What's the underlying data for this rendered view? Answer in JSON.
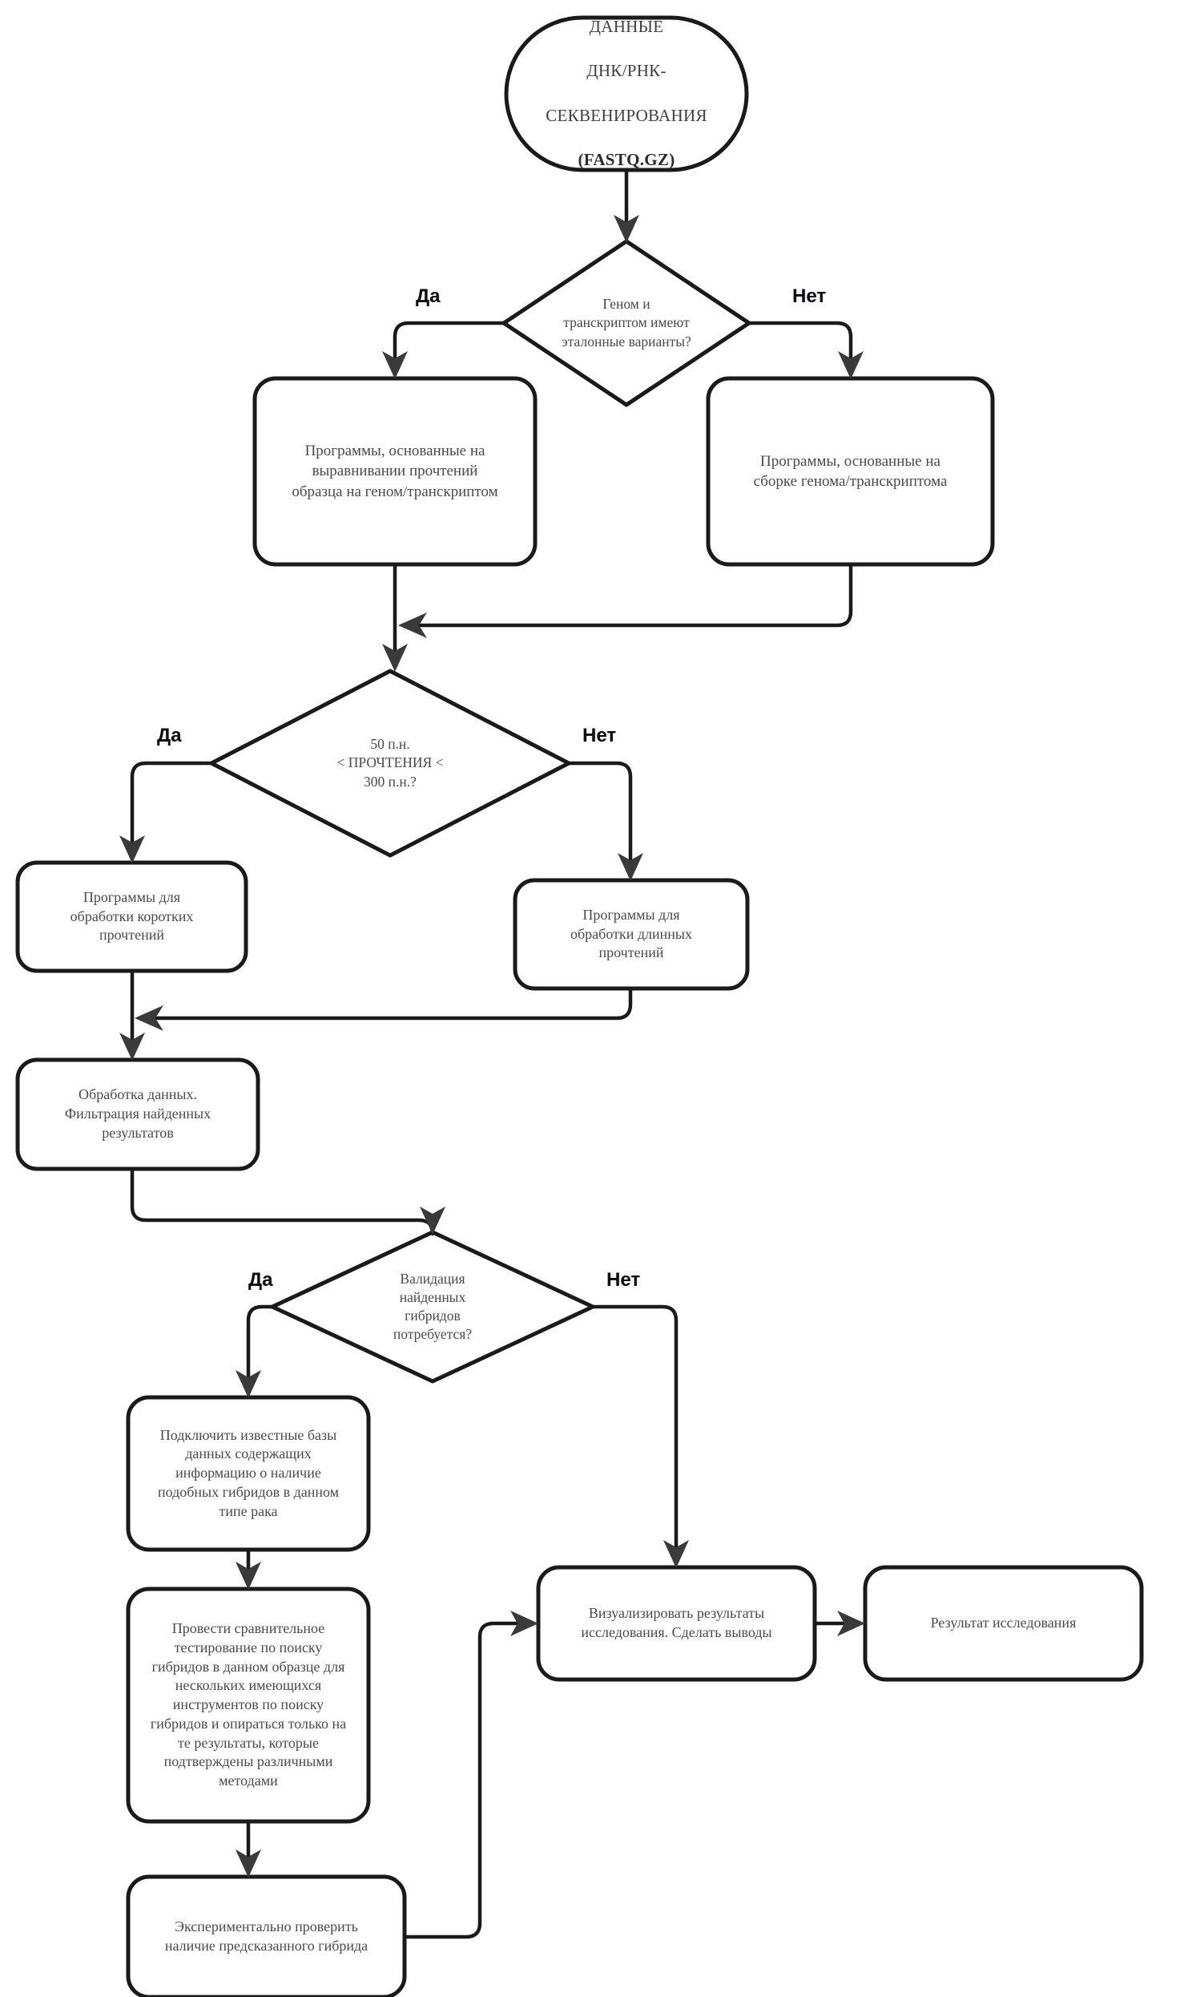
{
  "diagram": {
    "title": "Блок-схема выбора инструментов анализа данных секвенирования",
    "language": "ru",
    "colors": {
      "background": "#ffffff",
      "stroke": "#1a1a1a",
      "node_fill": "#ffffff",
      "text": "#4a4a4a",
      "edge_label": "#0a0a14"
    }
  },
  "nodes": {
    "start": {
      "type": "terminal",
      "line1": "ДАННЫЕ",
      "line2": "ДНК/РНК-",
      "line3": "СЕКВЕНИРОВАНИЯ",
      "line4": "(FASTQ.GZ)"
    },
    "decision_reference": {
      "type": "decision",
      "text": "Геном и\nтранскриптом имеют\nэталонные варианты?"
    },
    "alignment_based": {
      "type": "process",
      "text": "Программы, основанные на\nвыравнивании прочтений\nобразца на геном/транскриптом"
    },
    "assembly_based": {
      "type": "process",
      "text": "Программы, основанные на\nсборке генома/транскриптома"
    },
    "decision_readlength": {
      "type": "decision",
      "text": "50 п.н.\n< ПРОЧТЕНИЯ <\n300 п.н.?"
    },
    "short_reads_tools": {
      "type": "process",
      "text": "Программы для\nобработки коротких\nпрочтений"
    },
    "long_reads_tools": {
      "type": "process",
      "text": "Программы для\nобработки длинных\nпрочтений"
    },
    "data_processing": {
      "type": "process",
      "text": "Обработка данных.\nФильтрация найденных\nрезультатов"
    },
    "decision_validation": {
      "type": "decision",
      "text": "Валидация\nнайденных\nгибридов\nпотребуется?"
    },
    "connect_databases": {
      "type": "process",
      "text": "Подключить известные базы\nданных содержащих\nинформацию о наличие\nподобных гибридов в данном\nтипе рака"
    },
    "comparative_testing": {
      "type": "process",
      "text": "Провести сравнительное\nтестирование по поиску\nгибридов в данном образце для\nнескольких имеющихся\nинструментов по поиску\nгибридов и опираться только на\nте результаты, которые\nподтверждены различными\nметодами"
    },
    "experimental_check": {
      "type": "process",
      "text": "Экспериментально проверить\nналичие предсказанного гибрида"
    },
    "visualize_results": {
      "type": "process",
      "text": "Визуализировать результаты\nисследования. Сделать выводы"
    },
    "research_result": {
      "type": "process",
      "text": "Результат исследования"
    }
  },
  "edge_labels": {
    "ref_yes": "Да",
    "ref_no": "Нет",
    "len_yes": "Да",
    "len_no": "Нет",
    "val_yes": "Да",
    "val_no": "Нет"
  }
}
